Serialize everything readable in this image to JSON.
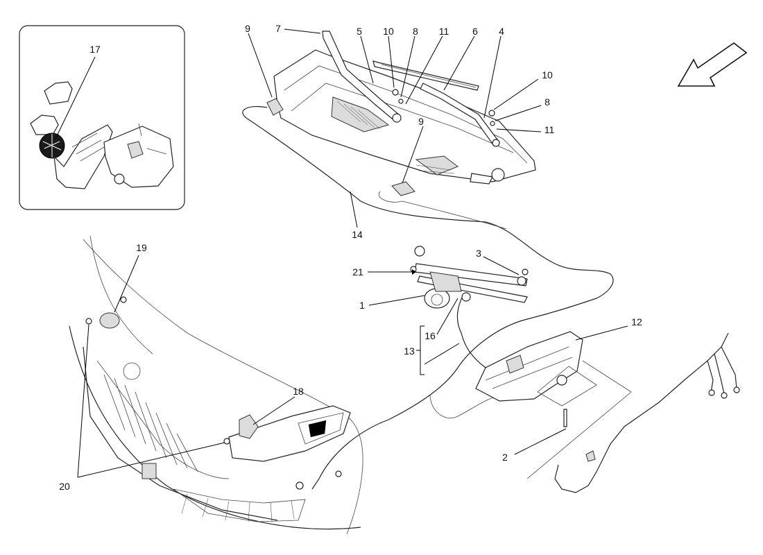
{
  "labels": {
    "l1": "1",
    "l2": "2",
    "l3": "3",
    "l4": "4",
    "l5": "5",
    "l6": "6",
    "l7": "7",
    "l8a": "8",
    "l8b": "8",
    "l9a": "9",
    "l9b": "9",
    "l10a": "10",
    "l10b": "10",
    "l11a": "11",
    "l11b": "11",
    "l12": "12",
    "l13": "13",
    "l14": "14",
    "l16": "16",
    "l17": "17",
    "l18": "18",
    "l19": "19",
    "l20": "20",
    "l21": "21"
  },
  "icons": {
    "direction_arrow": "arrow-down-left-icon"
  },
  "colors": {
    "line": "#222222",
    "background": "#ffffff"
  }
}
